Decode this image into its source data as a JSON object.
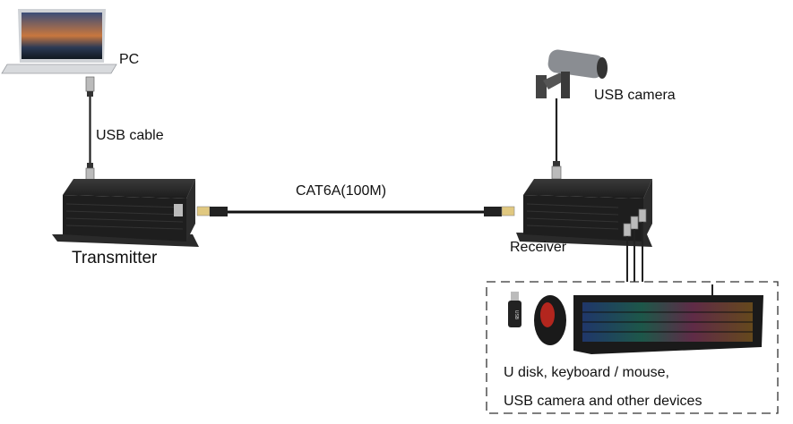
{
  "labels": {
    "pc": "PC",
    "usb_cable": "USB cable",
    "transmitter": "Transmitter",
    "cat6a": "CAT6A(100M)",
    "receiver": "Receiver",
    "usb_camera": "USB camera",
    "devices_line1": "U disk, keyboard / mouse,",
    "devices_line2": "USB camera and other devices"
  },
  "usb_stick_text": "USB"
}
